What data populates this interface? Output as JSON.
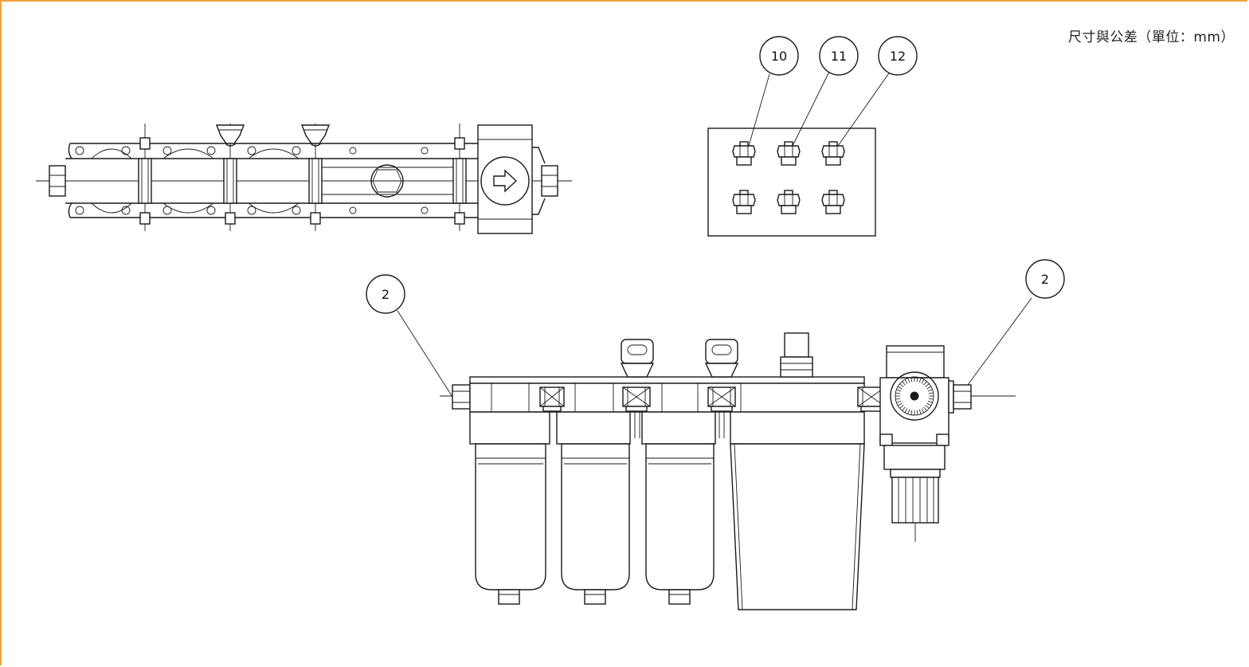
{
  "header": {
    "units_note": "尺寸與公差（單位：mm）"
  },
  "callouts": {
    "accessory_10": "10",
    "accessory_11": "11",
    "accessory_12": "12",
    "fitting_left": "2",
    "fitting_right": "2"
  },
  "colors": {
    "frame_accent": "#f0a23a",
    "line": "#1a1a1a"
  }
}
